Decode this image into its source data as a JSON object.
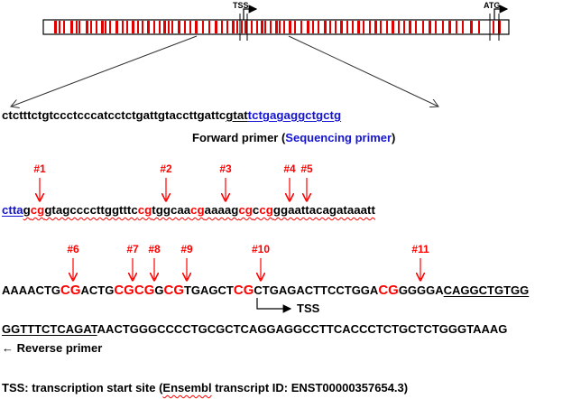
{
  "diagram": {
    "gene_bar": {
      "tss_label": "TSS",
      "atg_label": "ATG",
      "marker_color": "#e00000"
    },
    "line1": {
      "plain": "ctctttctgtccctcccatcctctgattgtaccttgattc",
      "underlined": "gtat",
      "sequencing_primer": "tctgagaggctgctg"
    },
    "primer_caption": {
      "prefix": "Forward primer (",
      "sequencing": "Sequencing primer",
      "suffix": ")"
    },
    "line2": {
      "blue": "ctta",
      "segments": [
        "g",
        "cg",
        "gtagccccttggtttc",
        "cg",
        "tggcaa",
        "cg",
        "aaaag",
        "cg",
        "c",
        "cg",
        "ggaattacagataaatt"
      ]
    },
    "cpg_labels": [
      "#1",
      "#2",
      "#3",
      "#4",
      "#5",
      "#6",
      "#7",
      "#8",
      "#9",
      "#10",
      "#11"
    ],
    "line3": {
      "segments": [
        "AAAACTG",
        "CG",
        "ACTG",
        "CG",
        "C",
        "G",
        "G",
        "CG",
        "TGAGCT",
        "CG",
        "CTGAGACTTCCTGGA",
        "CG",
        "GGGGA",
        "CAGGCTGTGG"
      ]
    },
    "tss_arrow_label": "TSS",
    "line4": {
      "underlined": "GGTTTCTCAGAT",
      "plain": "AACTGGGCCCCTGCGCTCAGGAGGCCTTCACCCTCTGCTCTGGGTAAAG"
    },
    "reverse_primer_label": "← Reverse primer",
    "footnote": {
      "prefix": "TSS: transcription start site (",
      "db": "Ensembl",
      "suffix": " transcript ID: ENST00000357654.3)"
    }
  }
}
